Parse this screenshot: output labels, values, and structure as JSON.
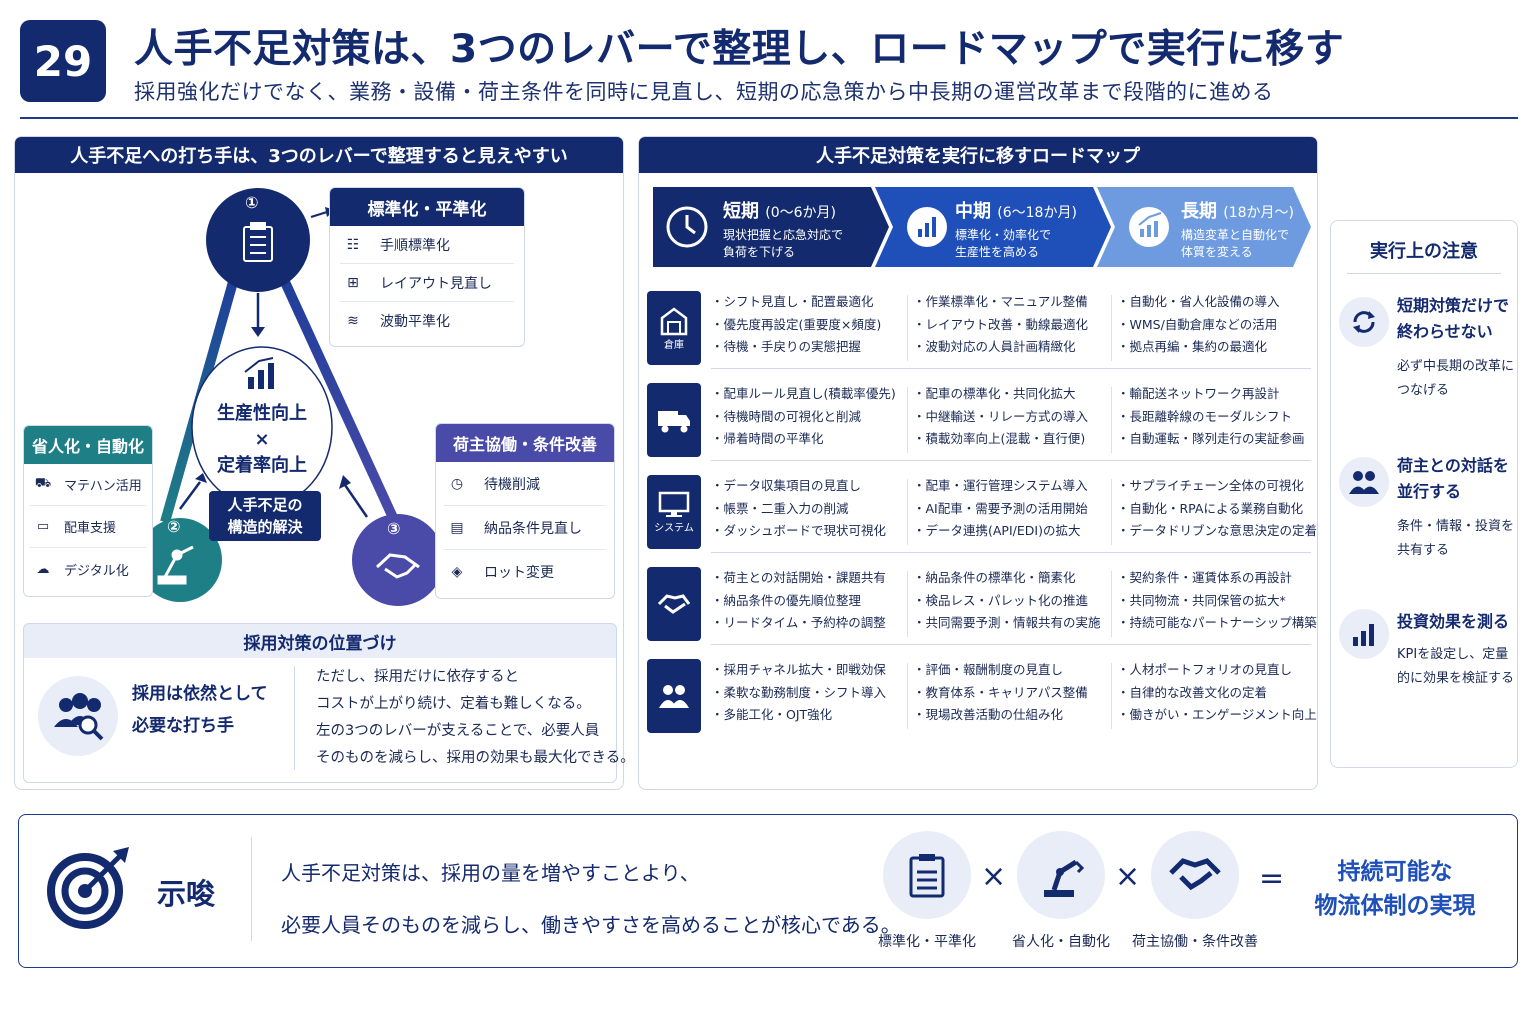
{
  "header": {
    "page_number": "29",
    "title": "人手不足対策は、3つのレバーで整理し、ロードマップで実行に移す",
    "subtitle": "採用強化だけでなく、業務・設備・荷主条件を同時に見直し、短期の応急策から中長期の運営改革まで段階的に進める"
  },
  "levers": {
    "heading": "人手不足への打ち手は、3つのレバーで整理すると見えやすい",
    "center": {
      "line1": "生産性向上",
      "times": "×",
      "line2": "定着率向上"
    },
    "structural_badge": {
      "line1": "人手不足の",
      "line2": "構造的解決"
    },
    "node1": "①",
    "node2": "②",
    "node3": "③",
    "card1": {
      "title": "標準化・平準化",
      "items": [
        "手順標準化",
        "レイアウト見直し",
        "波動平準化"
      ]
    },
    "card2": {
      "title": "省人化・自動化",
      "items": [
        "マテハン活用",
        "配車支援",
        "デジタル化"
      ]
    },
    "card3": {
      "title": "荷主協働・条件改善",
      "items": [
        "待機削減",
        "納品条件見直し",
        "ロット変更"
      ]
    },
    "hiring": {
      "heading": "採用対策の位置づけ",
      "left_line1": "採用は依然として",
      "left_line2": "必要な打ち手",
      "right_lines": [
        "ただし、採用だけに依存すると",
        "コストが上がり続け、定着も難しくなる。",
        "左の3つのレバーが支えることで、必要人員",
        "そのものを減らし、採用の効果も最大化できる。"
      ]
    }
  },
  "roadmap": {
    "heading": "人手不足対策を実行に移すロードマップ",
    "phases": [
      {
        "title": "短期",
        "range": "(0〜6か月)",
        "desc1": "現状把握と応急対応で",
        "desc2": "負荷を下げる"
      },
      {
        "title": "中期",
        "range": "(6〜18か月)",
        "desc1": "標準化・効率化で",
        "desc2": "生産性を高める"
      },
      {
        "title": "長期",
        "range": "(18か月〜)",
        "desc1": "構造変革と自動化で",
        "desc2": "体質を変える"
      }
    ],
    "rows": [
      {
        "label": "倉庫",
        "short": [
          "・シフト見直し・配置最適化",
          "・優先度再設定(重要度×頻度)",
          "・待機・手戻りの実態把握"
        ],
        "mid": [
          "・作業標準化・マニュアル整備",
          "・レイアウト改善・動線最適化",
          "・波動対応の人員計画精緻化"
        ],
        "long": [
          "・自動化・省人化設備の導入",
          "・WMS/自動倉庫などの活用",
          "・拠点再編・集約の最適化"
        ]
      },
      {
        "label": "",
        "short": [
          "・配車ルール見直し(積載率優先)",
          "・待機時間の可視化と削減",
          "・帰着時間の平準化"
        ],
        "mid": [
          "・配車の標準化・共同化拡大",
          "・中継輸送・リレー方式の導入",
          "・積載効率向上(混載・直行便)"
        ],
        "long": [
          "・輸配送ネットワーク再設計",
          "・長距離幹線のモーダルシフト",
          "・自動運転・隊列走行の実証参画"
        ]
      },
      {
        "label": "システム",
        "short": [
          "・データ収集項目の見直し",
          "・帳票・二重入力の削減",
          "・ダッシュボードで現状可視化"
        ],
        "mid": [
          "・配車・運行管理システム導入",
          "・AI配車・需要予測の活用開始",
          "・データ連携(API/EDI)の拡大"
        ],
        "long": [
          "・サプライチェーン全体の可視化",
          "・自動化・RPAによる業務自動化",
          "・データドリブンな意思決定の定着"
        ]
      },
      {
        "label": "",
        "short": [
          "・荷主との対話開始・課題共有",
          "・納品条件の優先順位整理",
          "・リードタイム・予約枠の調整"
        ],
        "mid": [
          "・納品条件の標準化・簡素化",
          "・検品レス・パレット化の推進",
          "・共同需要予測・情報共有の実施"
        ],
        "long": [
          "・契約条件・運賃体系の再設計",
          "・共同物流・共同保管の拡大*",
          "・持続可能なパートナーシップ構築"
        ]
      },
      {
        "label": "",
        "short": [
          "・採用チャネル拡大・即戦効保",
          "・柔軟な勤務制度・シフト導入",
          "・多能工化・OJT強化"
        ],
        "mid": [
          "・評価・報酬制度の見直し",
          "・教育体系・キャリアパス整備",
          "・現場改善活動の仕組み化"
        ],
        "long": [
          "・人材ポートフォリオの見直し",
          "・自律的な改善文化の定着",
          "・働きがい・エンゲージメント向上"
        ]
      }
    ]
  },
  "notes": {
    "heading": "実行上の注意",
    "items": [
      {
        "title": "短期対策だけで終わらせない",
        "body": "必ず中長期の改革につなげる"
      },
      {
        "title": "荷主との対話を並行する",
        "body": "条件・情報・投資を共有する"
      },
      {
        "title": "投資効果を測る",
        "body": "KPIを設定し、定量的に効果を検証する"
      }
    ]
  },
  "implication": {
    "label": "示唆",
    "line1": "人手不足対策は、採用の量を増やすことより、",
    "line2": "必要人員そのものを減らし、働きやすさを高めることが核心である。",
    "eq_labels": [
      "標準化・平準化",
      "省人化・自動化",
      "荷主協働・条件改善"
    ],
    "times": "×",
    "equals": "=",
    "result_line1": "持続可能な",
    "result_line2": "物流体制の実現"
  },
  "colors": {
    "navy": "#142a6e",
    "blue": "#1f4fb8",
    "light_blue": "#6e9be0",
    "teal": "#1e7f86",
    "purple": "#4a4aa8"
  }
}
